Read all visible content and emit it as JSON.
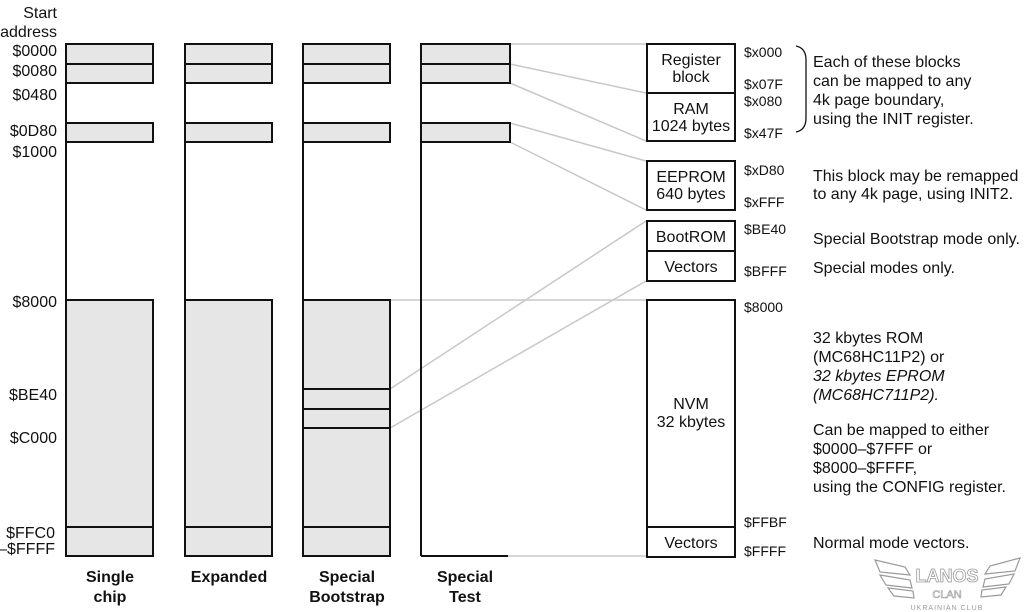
{
  "start_address_label": [
    "Start",
    "address"
  ],
  "address_labels": [
    "$0000",
    "$0080",
    "$0480",
    "$0D80",
    "$1000",
    "$8000",
    "$BE40",
    "$C000",
    "$FFC0",
    "–$FFFF"
  ],
  "columns": [
    {
      "name": "Single chip",
      "label_lines": [
        "Single",
        "chip"
      ]
    },
    {
      "name": "Expanded",
      "label_lines": [
        "Expanded"
      ]
    },
    {
      "name": "Special Bootstrap",
      "label_lines": [
        "Special",
        "Bootstrap"
      ]
    },
    {
      "name": "Special Test",
      "label_lines": [
        "Special",
        "Test"
      ]
    }
  ],
  "detail_blocks": [
    {
      "id": "register-block",
      "label_lines": [
        "Register",
        "block"
      ],
      "start": "$x000",
      "end": "$x07F"
    },
    {
      "id": "ram",
      "label_lines": [
        "RAM",
        "1024 bytes"
      ],
      "start": "$x080",
      "end": "$x47F"
    },
    {
      "id": "eeprom",
      "label_lines": [
        "EEPROM",
        "640 bytes"
      ],
      "start": "$xD80",
      "end": "$xFFF"
    },
    {
      "id": "bootrom",
      "label_lines": [
        "BootROM"
      ],
      "start": "$BE40",
      "end": ""
    },
    {
      "id": "special-vectors",
      "label_lines": [
        "Vectors"
      ],
      "start": "",
      "end": "$BFFF"
    },
    {
      "id": "nvm",
      "label_lines": [
        "NVM",
        "32 kbytes"
      ],
      "start": "$8000",
      "end": "$FFBF"
    },
    {
      "id": "normal-vectors",
      "label_lines": [
        "Vectors"
      ],
      "start": "",
      "end": "$FFFF"
    }
  ],
  "notes": {
    "init": [
      "Each of these blocks",
      "can be mapped to any",
      "4k page boundary,",
      "using the INIT register."
    ],
    "init2": [
      "This block may be remapped",
      "to any 4k page, using INIT2."
    ],
    "bootrom": [
      "Special Bootstrap mode only."
    ],
    "special_vectors": [
      "Special modes only."
    ],
    "nvm_rom": [
      "32 kbytes ROM",
      "(MC68HC11P2) or"
    ],
    "nvm_eprom": [
      "32 kbytes EPROM",
      "(MC68HC711P2)."
    ],
    "nvm_config": [
      "Can be mapped to either",
      "$0000–$7FFF or",
      "$8000–$FFFF,",
      "using the CONFIG register."
    ],
    "normal_vectors": [
      "Normal mode vectors."
    ]
  },
  "watermark": {
    "title": "LANOS",
    "subtitle": "CLAN",
    "tagline": "UKRAINIAN CLUB"
  },
  "colors": {
    "block_fill": "#e6e6e6",
    "outline": "#111111",
    "connector": "#c8c8c8"
  }
}
